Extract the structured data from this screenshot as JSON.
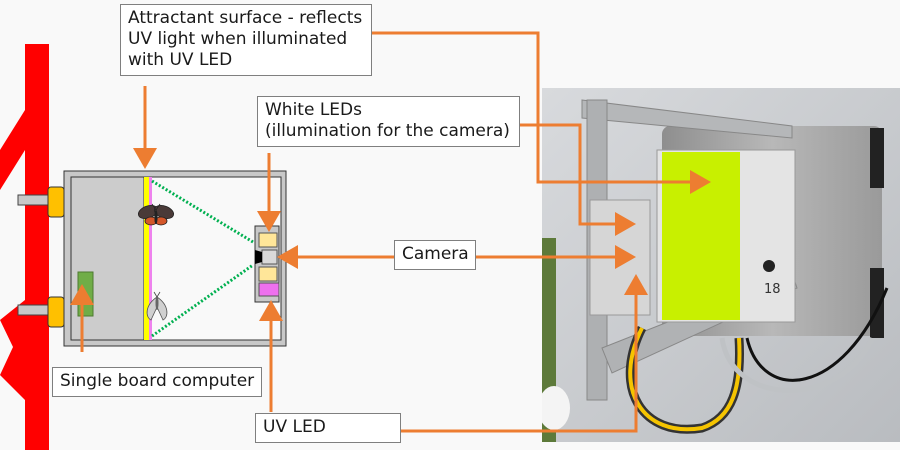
{
  "title": "Camera trap diagram and photo",
  "labels": {
    "attractant": "Attractant surface - reflects\nUV light when illuminated\nwith UV LED",
    "attractant_lines": [
      "Attractant surface - reflects",
      "UV light when illuminated",
      "with UV LED"
    ],
    "white_leds_lines": [
      "White LEDs",
      "(illumination for the camera)"
    ],
    "camera": "Camera",
    "sbc": "Single board computer",
    "uv_led": "UV LED"
  },
  "photo": {
    "box_number": "18"
  },
  "colors": {
    "arrow": "#ed7d31",
    "pole": "#ff0000",
    "attractant_yellow": "#ffff00",
    "uv_violet": "#ee82ee",
    "sbc_green": "#70ad47",
    "led_white": "#ffe699",
    "led_uv": "#ee70ee",
    "mount_orange": "#ffc000",
    "view_dots": "#00b050"
  }
}
